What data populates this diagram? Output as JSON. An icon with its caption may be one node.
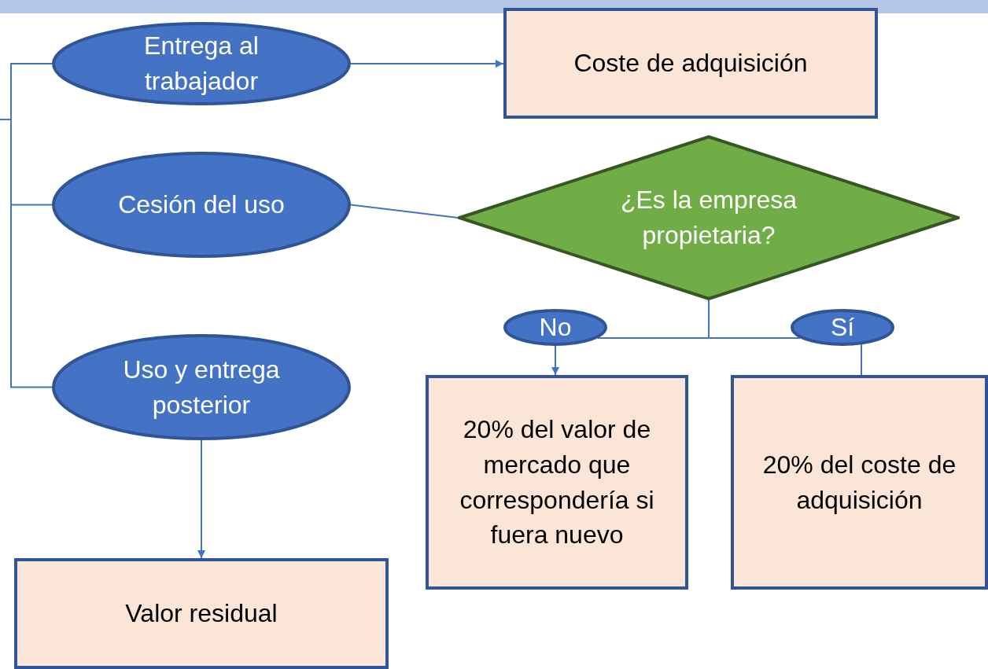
{
  "diagram": {
    "nodes": [
      {
        "text": [
          "Entrega al trabajador"
        ]
      },
      {
        "text": [
          "Coste de adquisición"
        ]
      },
      {
        "text": [
          "Cesión del uso"
        ]
      },
      {
        "text": [
          "¿Es la empresa propietaria?"
        ]
      },
      {
        "text": [
          "No"
        ]
      },
      {
        "text": [
          "Sí"
        ]
      },
      {
        "text": [
          "Uso y entrega posterior"
        ]
      },
      {
        "text": [
          "20% del valor de mercado que correspondería si fuera nuevo"
        ]
      },
      {
        "text": [
          "20% del coste de adquisición"
        ]
      },
      {
        "text": [
          "Valor residual"
        ]
      }
    ],
    "edges": [
      {
        "from": null,
        "to": 0,
        "arrow": "none"
      },
      {
        "from": null,
        "to": 2,
        "arrow": "none"
      },
      {
        "from": null,
        "to": 6,
        "arrow": "none"
      },
      {
        "from": 0,
        "to": 1,
        "arrow": "to"
      },
      {
        "from": 2,
        "to": 3,
        "arrow": "none"
      },
      {
        "from": 3,
        "to": 4,
        "arrow": "none"
      },
      {
        "from": 3,
        "to": 5,
        "arrow": "none"
      },
      {
        "from": 4,
        "to": 7,
        "arrow": "to"
      },
      {
        "from": 5,
        "to": 8,
        "arrow": "none"
      },
      {
        "from": 6,
        "to": 9,
        "arrow": "to"
      }
    ]
  }
}
